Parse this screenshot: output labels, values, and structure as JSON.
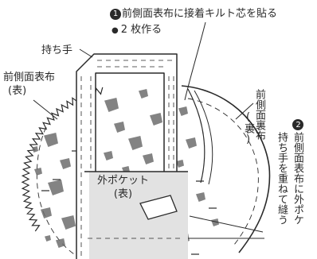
{
  "step1": {
    "number": "1",
    "text": "前側面表布に接着キルト芯を貼る",
    "sub_bullet": "●",
    "sub_text": "2 枚作る"
  },
  "labels": {
    "handle": "持ち手",
    "front_side_outer_line1": "前側面表布",
    "front_side_outer_line2": "(表)",
    "front_side_lining_line1": "前側面裏布",
    "front_side_lining_line2": "(裏)",
    "outer_pocket_line1": "外ポケット",
    "outer_pocket_line2": "(表)"
  },
  "step2": {
    "number": "2",
    "col1": "前側面表布に外ポケ",
    "col2": "持ち手を重ねて縫う"
  },
  "colors": {
    "ink": "#2a2a2a",
    "paper": "#ffffff",
    "speckle": "#6d6d6d",
    "pocket_fill": "#d6d6d6"
  }
}
